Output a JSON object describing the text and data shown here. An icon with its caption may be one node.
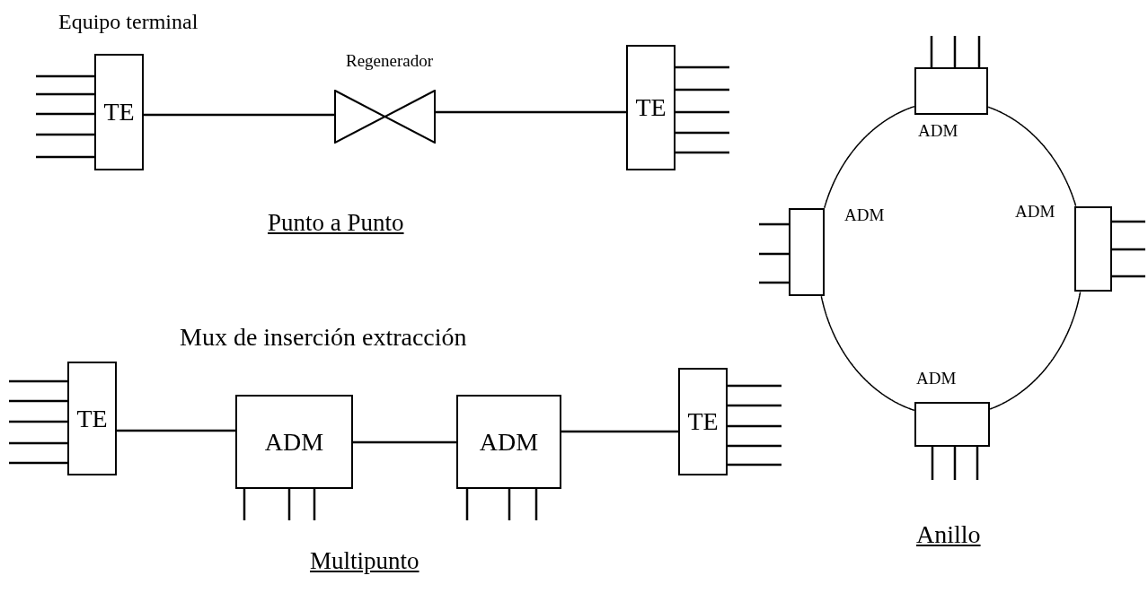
{
  "diagram": {
    "nodes": [
      {
        "text": [
          "TE"
        ],
        "beside": [
          "Equipo terminal"
        ]
      },
      {
        "text": [],
        "shape": "bowtie",
        "beside": [
          "Regenerador"
        ]
      },
      {
        "text": [
          "TE"
        ]
      },
      {
        "text": [
          "TE"
        ]
      },
      {
        "text": [
          "ADM"
        ]
      },
      {
        "text": [
          "ADM"
        ]
      },
      {
        "text": [
          "TE"
        ]
      },
      {
        "text": [
          "ADM"
        ]
      },
      {
        "text": [
          "ADM"
        ]
      },
      {
        "text": [
          "ADM"
        ]
      },
      {
        "text": [
          "ADM"
        ]
      }
    ],
    "edges": [
      {
        "from": 0,
        "to": 1,
        "arrow": "none"
      },
      {
        "from": 1,
        "to": 2,
        "arrow": "none"
      },
      {
        "from": 3,
        "to": 4,
        "arrow": "none"
      },
      {
        "from": 4,
        "to": 5,
        "arrow": "none"
      },
      {
        "from": 5,
        "to": 6,
        "arrow": "none"
      },
      {
        "from": 7,
        "to": 9,
        "arrow": "none"
      },
      {
        "from": 9,
        "to": 10,
        "arrow": "none"
      },
      {
        "from": 10,
        "to": 8,
        "arrow": "none"
      },
      {
        "from": 8,
        "to": 7,
        "arrow": "none"
      }
    ],
    "labels": [
      "Punto a Punto",
      "Mux de inserción extracción",
      "Multipunto",
      "Anillo"
    ]
  }
}
